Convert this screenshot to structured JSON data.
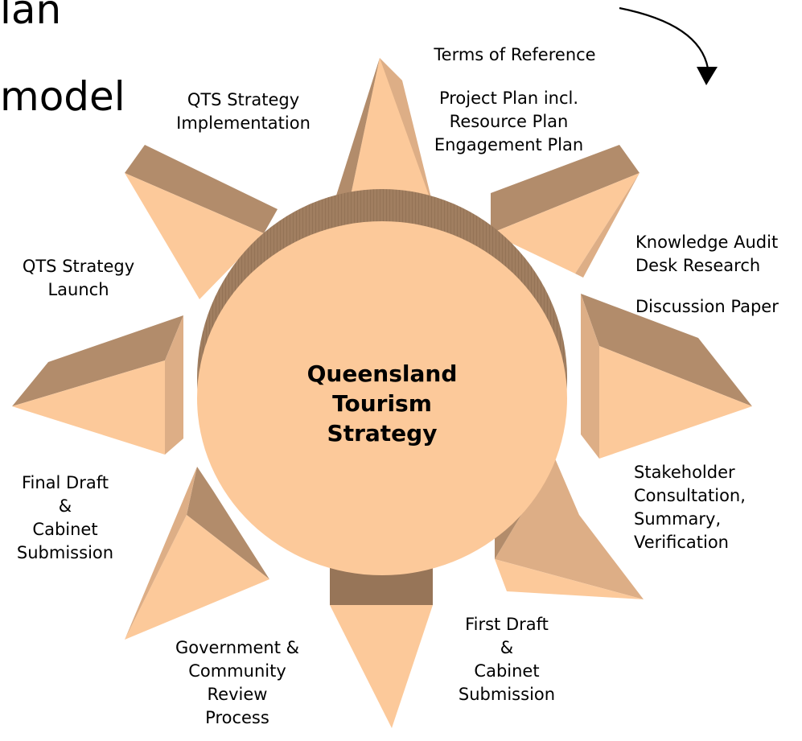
{
  "title_fragments": {
    "line1": "lan",
    "line2": "model"
  },
  "center": {
    "line1": "Queensland",
    "line2": "Tourism",
    "line3": "Strategy"
  },
  "stages": [
    {
      "id": "terms",
      "lines": [
        "Terms of Reference"
      ]
    },
    {
      "id": "project-plan",
      "lines": [
        "Project Plan incl.",
        "Resource Plan",
        "Engagement  Plan"
      ]
    },
    {
      "id": "knowledge",
      "lines": [
        "Knowledge Audit",
        "Desk Research"
      ]
    },
    {
      "id": "discussion",
      "lines": [
        "Discussion Paper"
      ]
    },
    {
      "id": "stakeholder",
      "lines": [
        "Stakeholder",
        "Consultation,",
        "Summary,",
        "Verification"
      ]
    },
    {
      "id": "first-draft",
      "lines": [
        "First Draft",
        "&",
        "Cabinet",
        "Submission"
      ]
    },
    {
      "id": "review",
      "lines": [
        "Government &",
        "Community",
        "Review",
        "Process"
      ]
    },
    {
      "id": "final-draft",
      "lines": [
        "Final Draft",
        "&",
        "Cabinet",
        "Submission"
      ]
    },
    {
      "id": "launch",
      "lines": [
        "QTS Strategy",
        "Launch"
      ]
    },
    {
      "id": "implementation",
      "lines": [
        "QTS Strategy",
        "Implementation"
      ]
    }
  ],
  "colors": {
    "ray_face": "#fcc99a",
    "ray_side": "#ddae86",
    "ray_dark": "#b28c6b",
    "ray_shadow": "#977558",
    "hub_face": "#fcc99a",
    "hub_rim": "#a07e60",
    "arrow": "#000000"
  }
}
